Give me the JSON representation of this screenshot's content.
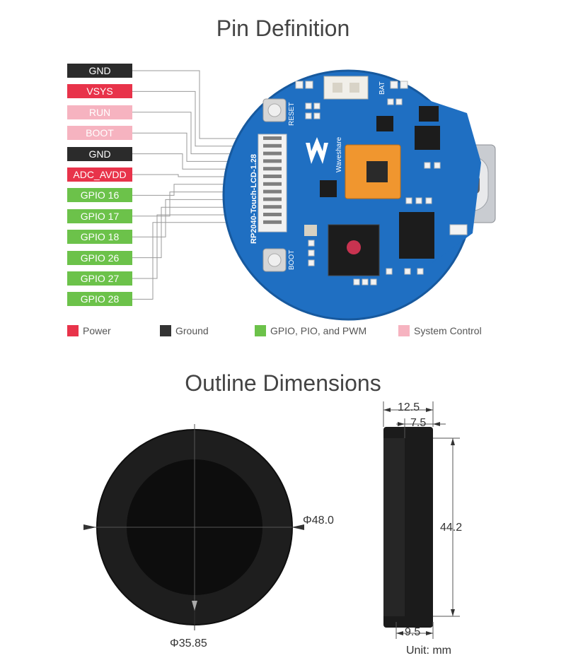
{
  "pin_definition": {
    "title": "Pin Definition",
    "pins": [
      {
        "label": "GND",
        "bg": "#2b2b2b",
        "fg": "#ffffff"
      },
      {
        "label": "VSYS",
        "bg": "#e8334a",
        "fg": "#ffffff"
      },
      {
        "label": "RUN",
        "bg": "#f6b3c0",
        "fg": "#ffffff"
      },
      {
        "label": "BOOT",
        "bg": "#f6b3c0",
        "fg": "#ffffff"
      },
      {
        "label": "GND",
        "bg": "#2b2b2b",
        "fg": "#ffffff"
      },
      {
        "label": "ADC_AVDD",
        "bg": "#e8334a",
        "fg": "#ffffff"
      },
      {
        "label": "GPIO 16",
        "bg": "#6cc24a",
        "fg": "#ffffff"
      },
      {
        "label": "GPIO 17",
        "bg": "#6cc24a",
        "fg": "#ffffff"
      },
      {
        "label": "GPIO 18",
        "bg": "#6cc24a",
        "fg": "#ffffff"
      },
      {
        "label": "GPIO 26",
        "bg": "#6cc24a",
        "fg": "#ffffff"
      },
      {
        "label": "GPIO 27",
        "bg": "#6cc24a",
        "fg": "#ffffff"
      },
      {
        "label": "GPIO 28",
        "bg": "#6cc24a",
        "fg": "#ffffff"
      }
    ],
    "legend": [
      {
        "label": "Power",
        "color": "#e8334a"
      },
      {
        "label": "Ground",
        "color": "#333333"
      },
      {
        "label": "GPIO, PIO, and PWM",
        "color": "#6cc24a"
      },
      {
        "label": "System Control",
        "color": "#f6b3c0"
      }
    ],
    "board": {
      "model_text": "RP2040-Touch-LCD-1.28",
      "brand_text": "Waveshare",
      "reset_text": "RESET",
      "boot_text": "BOOT",
      "bat_text": "BAT",
      "board_color": "#1f6fc2"
    }
  },
  "outline_dimensions": {
    "title": "Outline Dimensions",
    "outer_diameter": "Φ48.0",
    "inner_diameter": "Φ35.85",
    "depth_total": "12.5",
    "depth_body": "7.5",
    "height": "44.2",
    "depth_bottom": "9.5",
    "unit": "Unit: mm"
  }
}
